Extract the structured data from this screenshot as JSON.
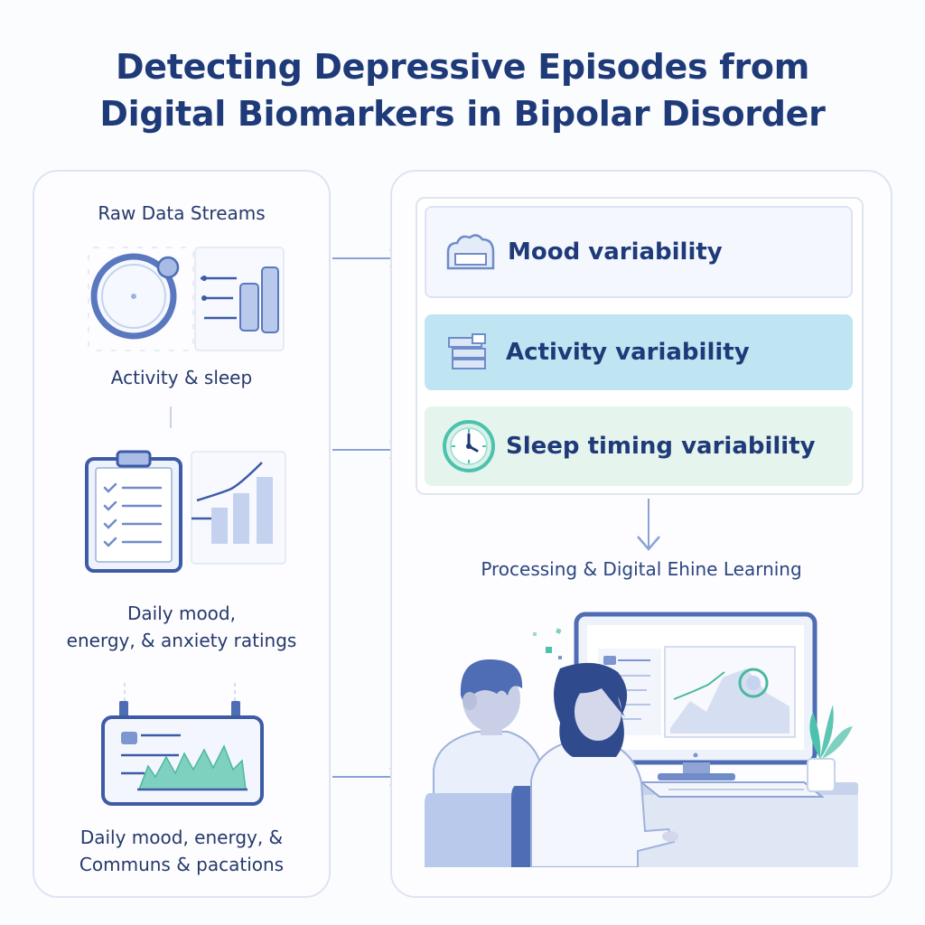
{
  "title": {
    "line1": "Detecting Depressive Episodes from",
    "line2": "Digital Biomarkers in Bipolar Disorder"
  },
  "left_panel": {
    "heading": "Raw Data Streams",
    "streams": [
      {
        "label_lines": [
          "Activity & sleep"
        ],
        "icon": "activity-ring-icon"
      },
      {
        "label_lines": [
          "Daily mood,",
          "energy, & anxiety ratings"
        ],
        "icon": "clipboard-checklist-icon"
      },
      {
        "label_lines": [
          "Daily mood, energy, &",
          "Communs & pacations"
        ],
        "icon": "monitor-waveform-icon"
      }
    ]
  },
  "right_panel": {
    "features": [
      {
        "label": "Mood variability",
        "icon": "cloud-box-icon"
      },
      {
        "label": "Activity variability",
        "icon": "stacked-papers-icon"
      },
      {
        "label": "Sleep timing variability",
        "icon": "clock-icon"
      }
    ],
    "processing_label": "Processing & Digital Ehine Learning",
    "illustration": "researchers-at-computer"
  },
  "colors": {
    "title": "#1f3a78",
    "panel_border": "#dde4f1",
    "mood_bg": "#f4f7fd",
    "activity_bg": "#bfe4f2",
    "sleep_bg": "#e6f4ee",
    "arrow": "#8aa3d6",
    "accent_teal": "#4cc2ad"
  }
}
